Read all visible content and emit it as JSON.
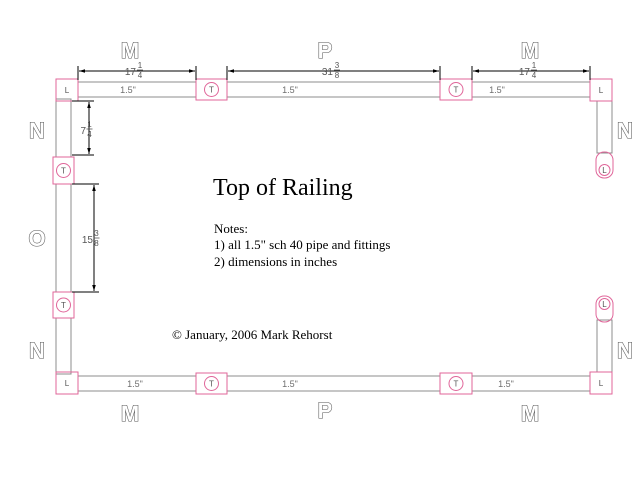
{
  "title": "Top of Railing",
  "notes": {
    "heading": "Notes:",
    "items": [
      "1) all 1.5\" sch 40 pipe and fittings",
      "2) dimensions in inches"
    ]
  },
  "copyright": "© January, 2006 Mark Rehorst",
  "section_letters": {
    "top": [
      "M",
      "P",
      "M"
    ],
    "bottom": [
      "M",
      "P",
      "M"
    ],
    "left": [
      "N",
      "O",
      "N"
    ],
    "right": [
      "N",
      "N"
    ]
  },
  "pipe_label": "1.5\"",
  "fitting_labels": {
    "elbow": "L",
    "tee": "T"
  },
  "dimensions": {
    "top_left": {
      "whole": "17",
      "num": "1",
      "den": "4"
    },
    "top_middle": {
      "whole": "31",
      "num": "3",
      "den": "8"
    },
    "top_right": {
      "whole": "17",
      "num": "1",
      "den": "4"
    },
    "left_upper": {
      "whole": "7",
      "num": "1",
      "den": "4"
    },
    "left_middle": {
      "whole": "15",
      "num": "3",
      "den": "8"
    }
  }
}
